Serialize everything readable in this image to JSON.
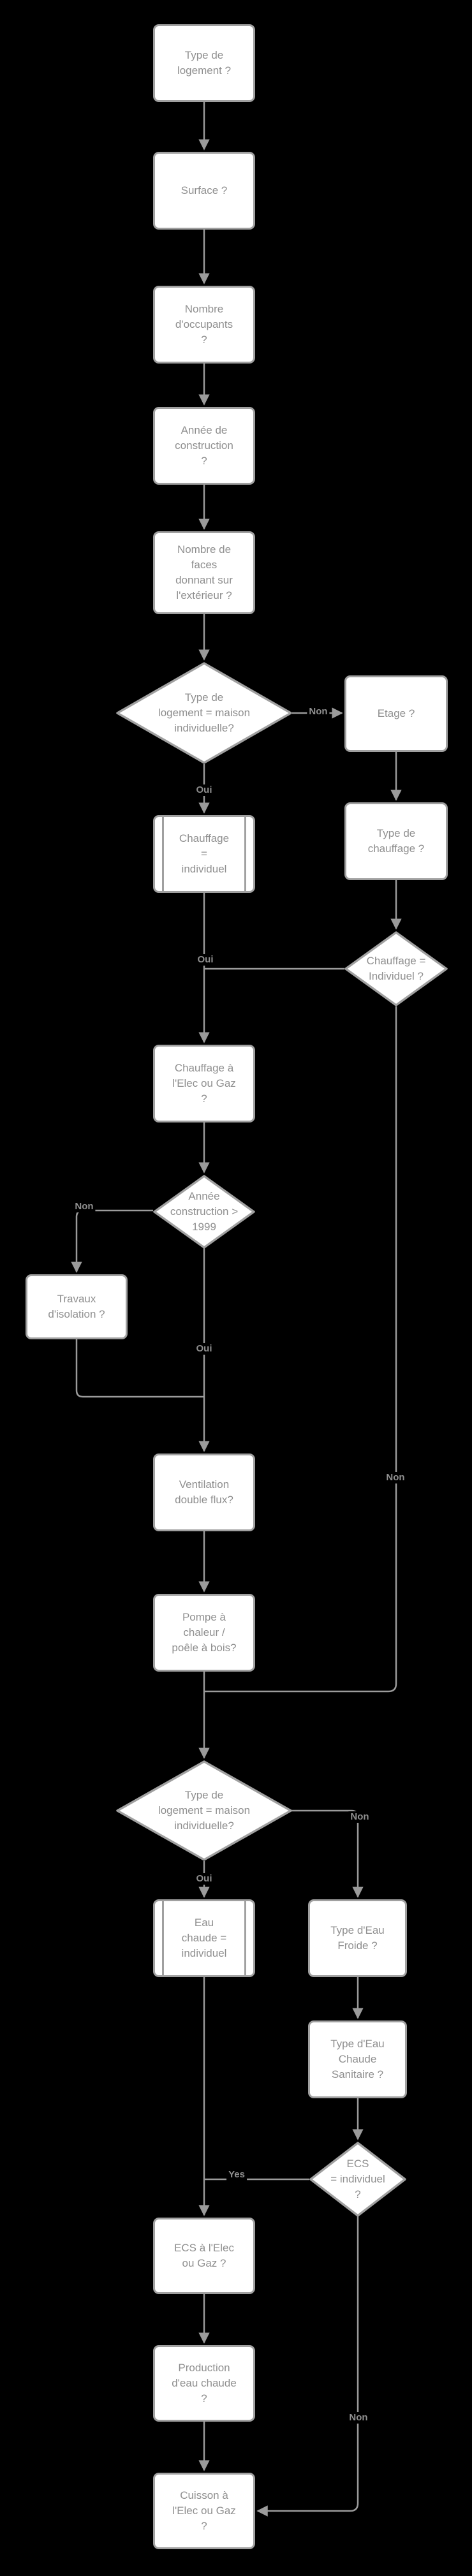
{
  "page": {
    "background": "#000000"
  },
  "colors": {
    "node_fill": "#ffffff",
    "node_border": "#a0a0a0",
    "connector_line": "#9b9b9b",
    "text": "#8f8f8f"
  },
  "flowchart": {
    "nodes": [
      {
        "id": "type-logement",
        "shape": "process",
        "label": "Type de\nlogement ?"
      },
      {
        "id": "surface",
        "shape": "process",
        "label": "Surface ?"
      },
      {
        "id": "occupants",
        "shape": "process",
        "label": "Nombre\nd'occupants\n?"
      },
      {
        "id": "annee-construction",
        "shape": "process",
        "label": "Année de\nconstruction\n?"
      },
      {
        "id": "faces-exterieur",
        "shape": "process",
        "label": "Nombre de\nfaces\ndonnant sur\nl'extérieur ?"
      },
      {
        "id": "maison-individuelle-1",
        "shape": "decision",
        "label": "Type de\nlogement = maison\nindividuelle?"
      },
      {
        "id": "etage",
        "shape": "process",
        "label": "Etage ?"
      },
      {
        "id": "chauffage-individuel",
        "shape": "predefined",
        "label": "Chauffage\n=\nindividuel"
      },
      {
        "id": "type-chauffage",
        "shape": "process",
        "label": "Type de\nchauffage ?"
      },
      {
        "id": "chauffage-individuel-q",
        "shape": "decision",
        "label": "Chauffage =\nIndividuel ?"
      },
      {
        "id": "chauffage-elec-gaz",
        "shape": "process",
        "label": "Chauffage à\nl'Elec ou Gaz\n?"
      },
      {
        "id": "annee-sup-1999",
        "shape": "decision",
        "label": "Année\nconstruction >\n1999"
      },
      {
        "id": "travaux-isolation",
        "shape": "process",
        "label": "Travaux\nd'isolation ?"
      },
      {
        "id": "ventilation",
        "shape": "process",
        "label": "Ventilation\ndouble flux?"
      },
      {
        "id": "pompe-chaleur",
        "shape": "process",
        "label": "Pompe à\nchaleur /\npoêle à bois?"
      },
      {
        "id": "maison-individuelle-2",
        "shape": "decision",
        "label": "Type de\nlogement = maison\nindividuelle?"
      },
      {
        "id": "eau-chaude-individuel",
        "shape": "predefined",
        "label": "Eau\nchaude =\nindividuel"
      },
      {
        "id": "type-eau-froide",
        "shape": "process",
        "label": "Type d'Eau\nFroide ?"
      },
      {
        "id": "type-eau-chaude-sanitaire",
        "shape": "process",
        "label": "Type d'Eau\nChaude\nSanitaire ?"
      },
      {
        "id": "ecs-individuel-q",
        "shape": "decision",
        "label": "ECS\n= individuel\n?"
      },
      {
        "id": "ecs-elec-gaz",
        "shape": "process",
        "label": "ECS à l'Elec\nou Gaz ?"
      },
      {
        "id": "production-eau-chaude",
        "shape": "process",
        "label": "Production\nd'eau chaude\n?"
      },
      {
        "id": "cuisson",
        "shape": "process",
        "label": "Cuisson à\nl'Elec ou Gaz\n?"
      }
    ],
    "edge_labels": [
      {
        "id": "non-maison-1",
        "text": "Non"
      },
      {
        "id": "oui-maison-1",
        "text": "Oui"
      },
      {
        "id": "oui-chauffage-individuel",
        "text": "Oui"
      },
      {
        "id": "non-chauffage-individuel",
        "text": "Non"
      },
      {
        "id": "non-annee-1999",
        "text": "Non"
      },
      {
        "id": "oui-annee-1999",
        "text": "Oui"
      },
      {
        "id": "non-maison-2",
        "text": "Non"
      },
      {
        "id": "oui-maison-2",
        "text": "Oui"
      },
      {
        "id": "yes-ecs",
        "text": "Yes"
      },
      {
        "id": "non-ecs",
        "text": "Non"
      }
    ]
  }
}
